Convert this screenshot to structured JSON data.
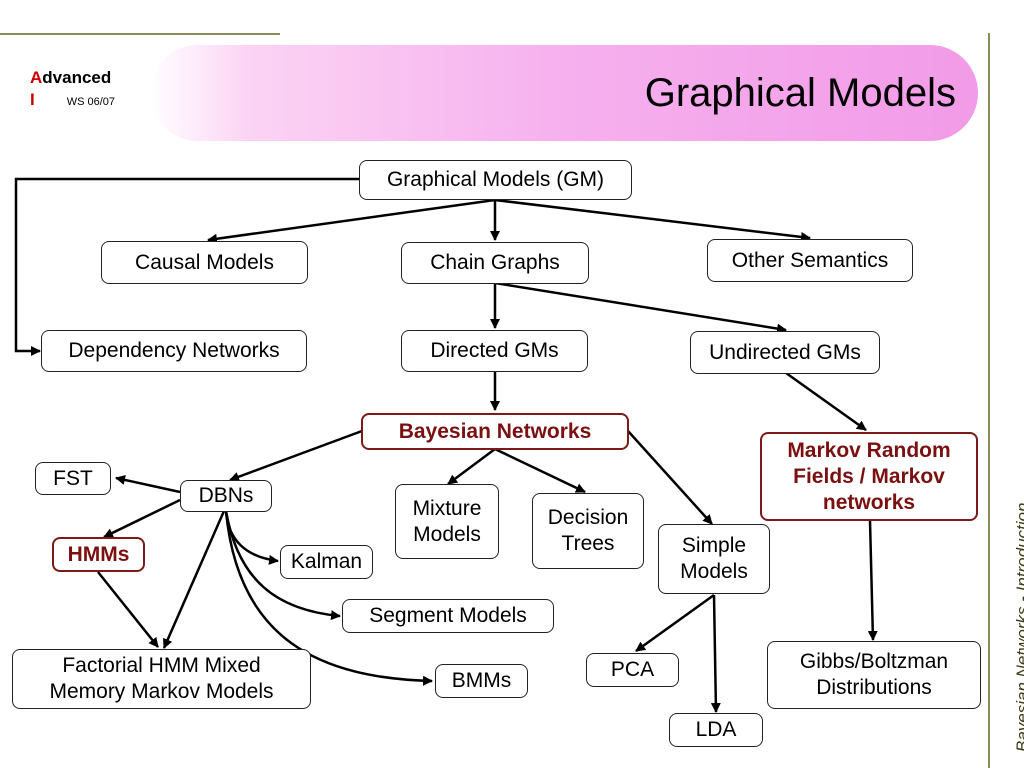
{
  "header": {
    "logo_first_letter": "A",
    "logo_rest": "dvanced",
    "logo_second_line": "I",
    "semester": "WS 06/07",
    "title": "Graphical Models"
  },
  "sidebar_text": "Bayesian Networks - Introduction",
  "colors": {
    "highlight": "#7a1010",
    "banner": "#f29be8",
    "accent_line": "#8c8c5a"
  },
  "nodes": {
    "gm": "Graphical Models (GM)",
    "causal": "Causal Models",
    "chain": "Chain Graphs",
    "other": "Other Semantics",
    "dependency": "Dependency Networks",
    "directed": "Directed GMs",
    "undirected": "Undirected GMs",
    "bayesian": "Bayesian Networks",
    "markov": "Markov Random\nFields / Markov\nnetworks",
    "fst": "FST",
    "dbns": "DBNs",
    "hmms": "HMMs",
    "mixture": "Mixture\nModels",
    "decision": "Decision\nTrees",
    "simple": "Simple\nModels",
    "kalman": "Kalman",
    "segment": "Segment Models",
    "factorial": "Factorial HMM Mixed\nMemory Markov Models",
    "bmms": "BMMs",
    "pca": "PCA",
    "lda": "LDA",
    "gibbs": "Gibbs/Boltzman\nDistributions"
  }
}
